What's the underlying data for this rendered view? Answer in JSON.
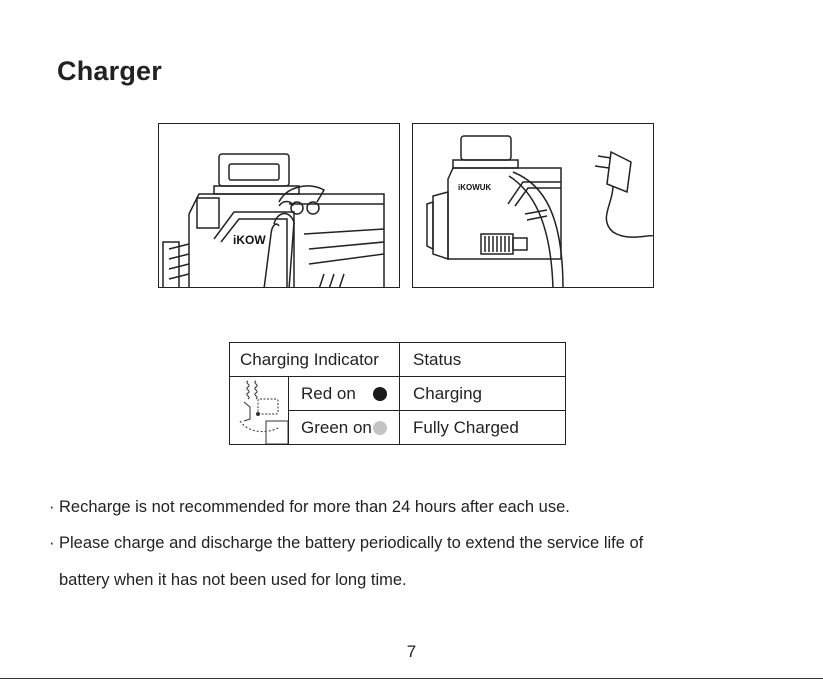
{
  "page": {
    "title": "Charger",
    "page_number": "7"
  },
  "illustrations": {
    "left": {
      "brand_text": "iKOW"
    },
    "right": {
      "brand_text": "iKOWUK"
    }
  },
  "indicator_table": {
    "headers": {
      "indicator": "Charging Indicator",
      "status": "Status"
    },
    "rows": [
      {
        "indicator": "Red on",
        "status": "Charging",
        "dot_color": "#1a1a1a"
      },
      {
        "indicator": "Green on",
        "status": "Fully Charged",
        "dot_color": "#c4c4c4"
      }
    ]
  },
  "notes": {
    "bullet_char": "·",
    "line1": "Recharge is not recommended for more than 24 hours after each use.",
    "line2a": "Please charge and discharge the battery periodically to extend the service life of",
    "line2b": "battery when it has not been used for long time."
  }
}
